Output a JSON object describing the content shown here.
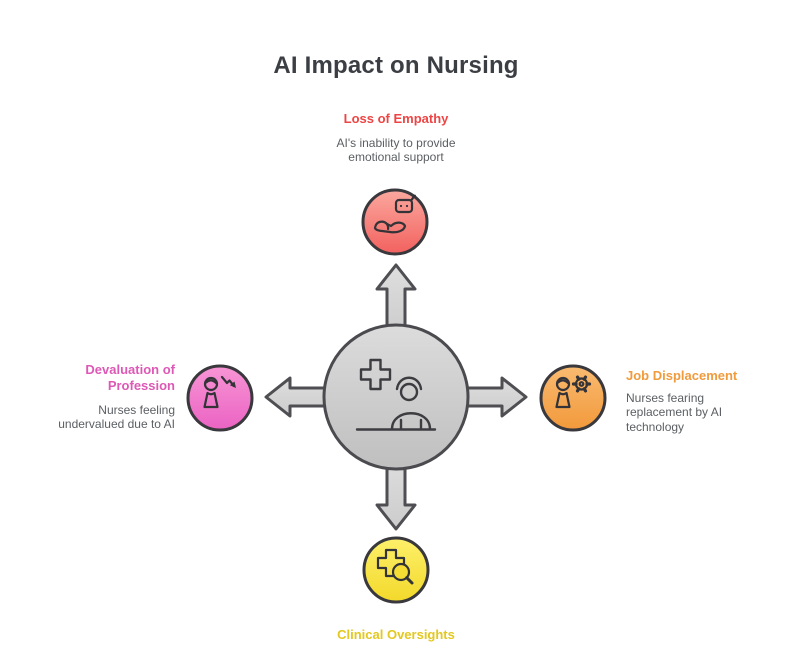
{
  "title": "AI Impact on Nursing",
  "nodes": {
    "top": {
      "label": "Loss of Empathy",
      "description": "AI's inability to provide emotional support",
      "accent": "#ef4444",
      "fill_top": "#fba89f",
      "fill_bottom": "#f2615f",
      "icon": "hand-holding-robot-icon"
    },
    "left": {
      "label": "Devaluation of Profession",
      "description": "Nurses feeling undervalued due to AI",
      "accent": "#de58b5",
      "fill_top": "#f795d5",
      "fill_bottom": "#eb63c3",
      "icon": "person-decline-icon"
    },
    "right": {
      "label": "Job Displacement",
      "description": "Nurses fearing replacement by AI technology",
      "accent": "#f09b3c",
      "fill_top": "#f9bb71",
      "fill_bottom": "#f2993b",
      "icon": "person-gear-icon"
    },
    "bottom": {
      "label": "Clinical Oversights",
      "accent": "#e3c81f",
      "fill_top": "#fdf06a",
      "fill_bottom": "#f3d92b",
      "icon": "cross-magnifier-icon"
    },
    "center": {
      "icon": "nurse-with-cross-icon"
    }
  },
  "palette": {
    "title_text": "#3b3f44",
    "description_text": "#5b5f63",
    "outline": "#38383d",
    "center_fill_top": "#dcdcdc",
    "center_fill_bottom": "#bfbfbf",
    "arrow_fill_top": "#dedede",
    "arrow_fill_bottom": "#cccccc",
    "arrow_outline": "#4e4e53",
    "background": "#ffffff"
  }
}
